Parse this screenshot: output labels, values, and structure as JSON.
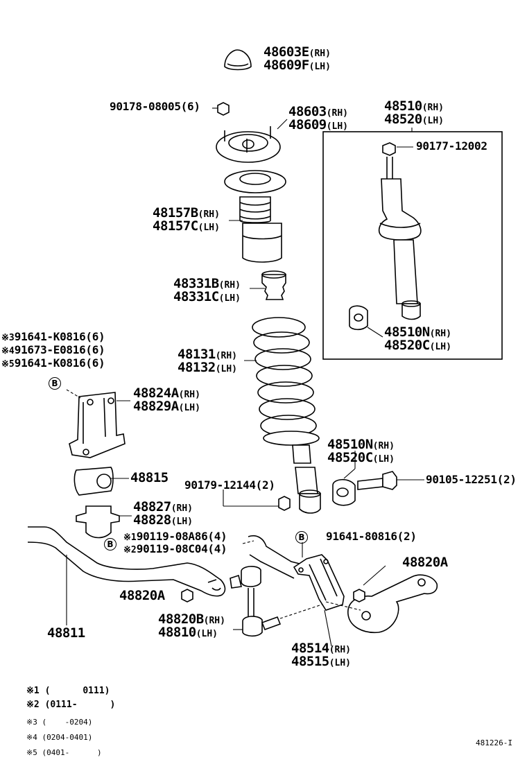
{
  "parts": {
    "top_cap": {
      "l1": "48603E",
      "s1": "(RH)",
      "l2": "48609F",
      "s2": "(LH)"
    },
    "nut_6": {
      "text": "90178-08005(6)"
    },
    "support": {
      "l1": "48603",
      "s1": "(RH)",
      "l2": "48609",
      "s2": "(LH)"
    },
    "absorber_assy": {
      "l1": "48510",
      "s1": "(RH)",
      "l2": "48520",
      "s2": "(LH)"
    },
    "nut_top": {
      "text": "90177-12002"
    },
    "boot": {
      "l1": "48157B",
      "s1": "(RH)",
      "l2": "48157C",
      "s2": "(LH)"
    },
    "bumper": {
      "l1": "48331B",
      "s1": "(RH)",
      "l2": "48331C",
      "s2": "(LH)"
    },
    "absorber_inset": {
      "l1": "48510N",
      "s1": "(RH)",
      "l2": "48520C",
      "s2": "(LH)"
    },
    "bolts_marked": [
      {
        "mark": "※3",
        "text": "91641-K0816(6)"
      },
      {
        "mark": "※4",
        "text": "91673-E0816(6)"
      },
      {
        "mark": "※5",
        "text": "91641-K0816(6)"
      }
    ],
    "spring": {
      "l1": "48131",
      "s1": "(RH)",
      "l2": "48132",
      "s2": "(LH)"
    },
    "bracket": {
      "l1": "48824A",
      "s1": "(RH)",
      "l2": "48829A",
      "s2": "(LH)"
    },
    "absorber_main": {
      "l1": "48510N",
      "s1": "(RH)",
      "l2": "48520C",
      "s2": "(LH)"
    },
    "bushing": {
      "text": "48815"
    },
    "nut_2": {
      "text": "90179-12144(2)"
    },
    "bolt_2": {
      "text": "90105-12251(2)"
    },
    "clamp": {
      "l1": "48827",
      "s1": "(RH)",
      "l2": "48828",
      "s2": "(LH)"
    },
    "bolt_b1": {
      "mark": "※1",
      "text": "90119-08A86(4)"
    },
    "bolt_b2": {
      "mark": "※2",
      "text": "90119-08C04(4)"
    },
    "bolt_91641": {
      "text": "91641-80816(2)"
    },
    "nut_48820a_r": {
      "text": "48820A"
    },
    "nut_48820a_l": {
      "text": "48820A"
    },
    "link": {
      "l1": "48820B",
      "s1": "(RH)",
      "l2": "48810",
      "s2": "(LH)"
    },
    "stabilizer_bar": {
      "text": "48811"
    },
    "lower_arm": {
      "l1": "48514",
      "s1": "(RH)",
      "l2": "48515",
      "s2": "(LH)"
    },
    "ref_letter": "B"
  },
  "footnotes": [
    {
      "mark": "※1",
      "text": "(      0111)"
    },
    {
      "mark": "※2",
      "text": "(0111-      )"
    },
    {
      "mark": "※3",
      "text": "(    -0204)"
    },
    {
      "mark": "※4",
      "text": "(0204-0401)"
    },
    {
      "mark": "※5",
      "text": "(0401-      )"
    }
  ],
  "diagram_id": "481226-I"
}
